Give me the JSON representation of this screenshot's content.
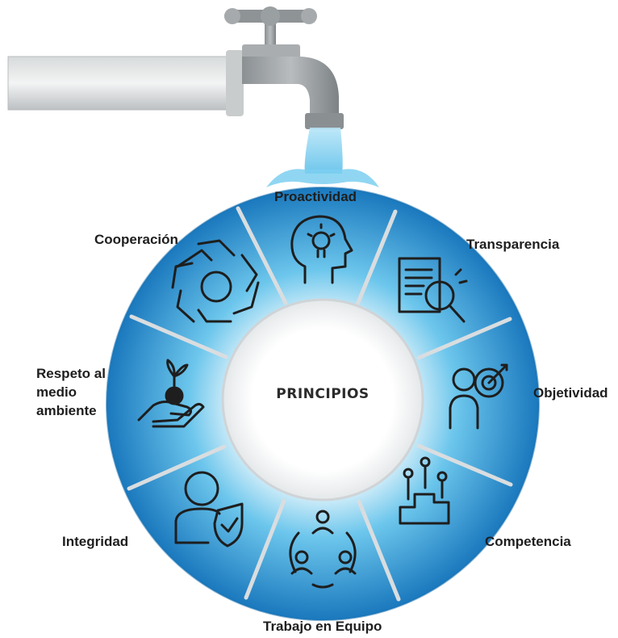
{
  "center": {
    "title": "PRINCIPIOS"
  },
  "segments": [
    {
      "label": "Proactividad",
      "icon": "lightbulb-head-icon"
    },
    {
      "label": "Transparencia",
      "icon": "document-magnifier-icon"
    },
    {
      "label": "Objetividad",
      "icon": "person-target-icon"
    },
    {
      "label": "Competencia",
      "icon": "podium-people-icon"
    },
    {
      "label": "Trabajo  en Equipo",
      "icon": "team-circle-icon"
    },
    {
      "label": "Integridad",
      "icon": "person-shield-icon"
    },
    {
      "label": "Respeto al medio ambiente",
      "icon": "hand-plant-icon"
    },
    {
      "label": "Cooperación",
      "icon": "joined-hands-icon"
    }
  ],
  "colors": {
    "ring_light": "#cfeaf7",
    "ring_mid": "#5bbde6",
    "ring_dark": "#1d7fc2",
    "divider": "#d9dde0",
    "water": "#8fd3f0"
  }
}
